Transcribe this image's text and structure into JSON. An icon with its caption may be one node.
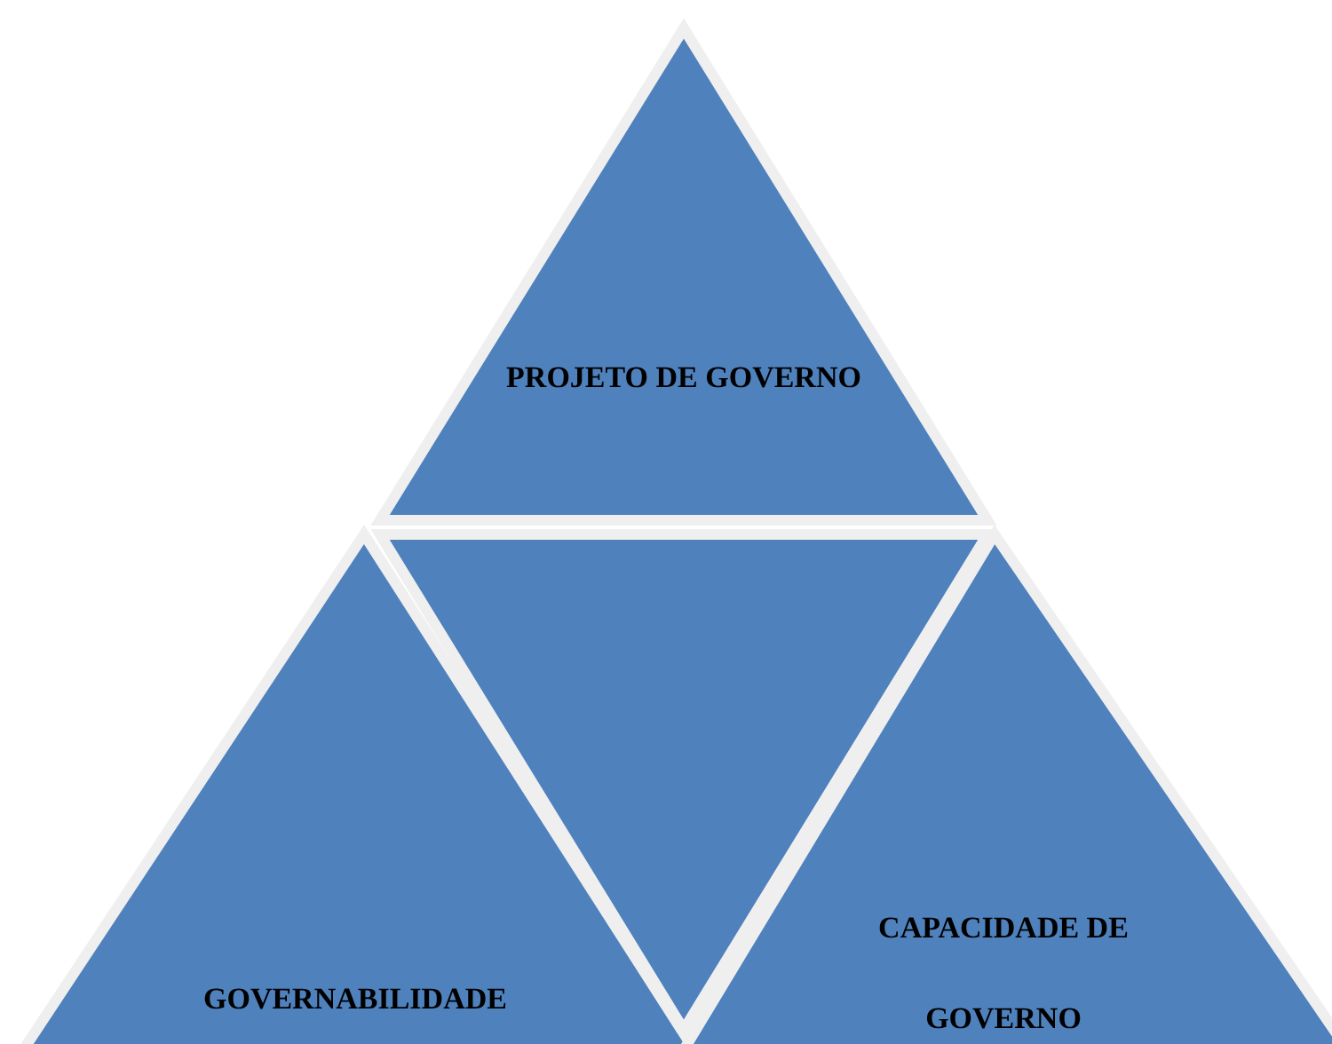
{
  "diagram": {
    "nodes": [
      {
        "text": [
          "PROJETO DE GOVERNO"
        ]
      },
      {
        "text": [
          "GOVERNABILIDADE"
        ]
      },
      {
        "text": [],
        "shape": "triangle"
      },
      {
        "text": [
          "CAPACIDADE DE GOVERNO"
        ]
      }
    ]
  }
}
